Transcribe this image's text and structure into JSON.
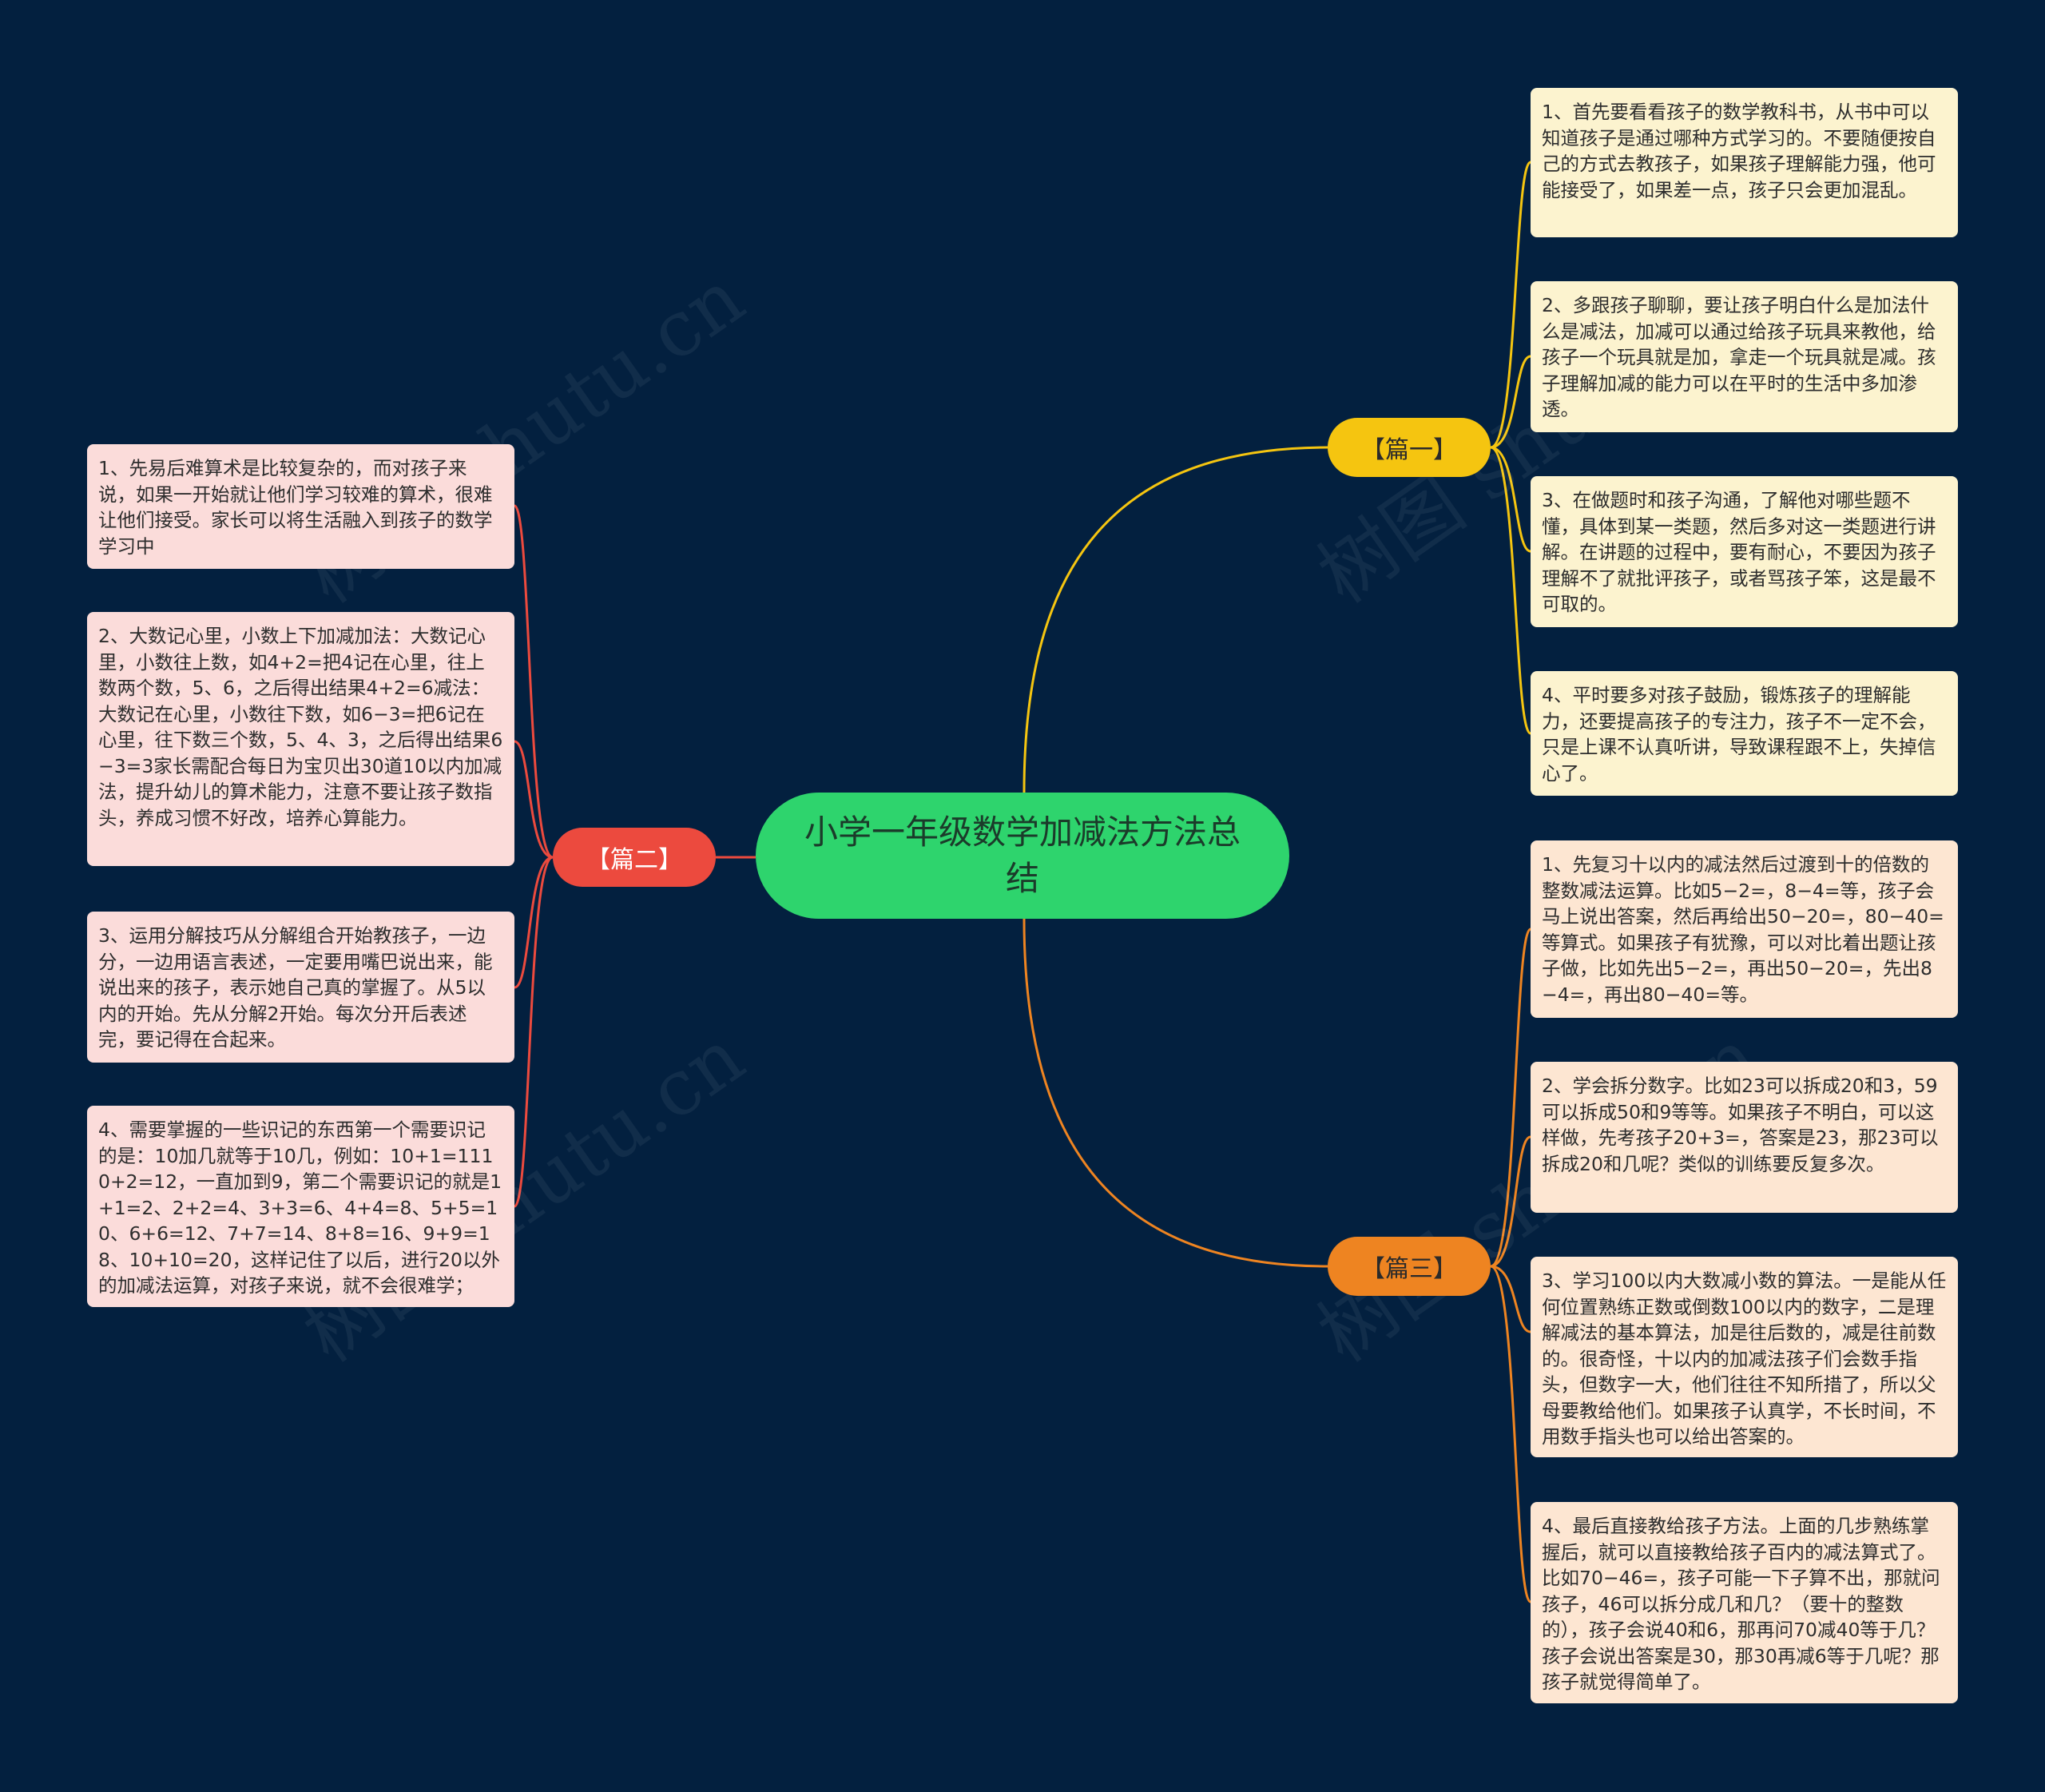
{
  "central_topic": "小学一年级数学加减法方法总结",
  "branches": [
    {
      "label": "【篇一】",
      "color": "#f5c510",
      "items": [
        "1、首先要看看孩子的数学教科书，从书中可以知道孩子是通过哪种方式学习的。不要随便按自己的方式去教孩子，如果孩子理解能力强，他可能接受了，如果差一点，孩子只会更加混乱。",
        "2、多跟孩子聊聊，要让孩子明白什么是加法什么是减法，加减可以通过给孩子玩具来教他，给孩子一个玩具就是加，拿走一个玩具就是减。孩子理解加减的能力可以在平时的生活中多加渗透。",
        "3、在做题时和孩子沟通，了解他对哪些题不懂，具体到某一类题，然后多对这一类题进行讲解。在讲题的过程中，要有耐心，不要因为孩子理解不了就批评孩子，或者骂孩子笨，这是最不可取的。",
        "4、平时要多对孩子鼓励，锻炼孩子的理解能力，还要提高孩子的专注力，孩子不一定不会，只是上课不认真听讲，导致课程跟不上，失掉信心了。"
      ]
    },
    {
      "label": "【篇二】",
      "color": "#ec4a3e",
      "items": [
        "1、先易后难算术是比较复杂的，而对孩子来说，如果一开始就让他们学习较难的算术，很难让他们接受。家长可以将生活融入到孩子的数学学习中",
        "2、大数记心里，小数上下加减加法：大数记心里，小数往上数，如4+2=把4记在心里，往上数两个数，5、6，之后得出结果4+2=6减法：大数记在心里，小数往下数，如6−3=把6记在心里，往下数三个数，5、4、3，之后得出结果6−3=3家长需配合每日为宝贝出30道10以内加减法，提升幼儿的算术能力，注意不要让孩子数指头，养成习惯不好改，培养心算能力。",
        "3、运用分解技巧从分解组合开始教孩子，一边分，一边用语言表述，一定要用嘴巴说出来，能说出来的孩子，表示她自己真的掌握了。从5以内的开始。先从分解2开始。每次分开后表述完，要记得在合起来。",
        "4、需要掌握的一些识记的东西第一个需要识记的是：10加几就等于10几，例如：10+1=1110+2=12，一直加到9，第二个需要识记的就是1+1=2、2+2=4、3+3=6、4+4=8、5+5=10、6+6=12、7+7=14、8+8=16、9+9=18、10+10=20，这样记住了以后，进行20以外的加减法运算，对孩子来说，就不会很难学；"
      ]
    },
    {
      "label": "【篇三】",
      "color": "#ee8421",
      "items": [
        "1、先复习十以内的减法然后过渡到十的倍数的整数减法运算。比如5−2=，8−4=等，孩子会马上说出答案，然后再给出50−20=，80−40=等算式。如果孩子有犹豫，可以对比着出题让孩子做，比如先出5−2=，再出50−20=，先出8−4=，再出80−40=等。",
        "2、学会拆分数字。比如23可以拆成20和3，59可以拆成50和9等等。如果孩子不明白，可以这样做，先考孩子20+3=，答案是23，那23可以拆成20和几呢？类似的训练要反复多次。",
        "3、学习100以内大数减小数的算法。一是能从任何位置熟练正数或倒数100以内的数字，二是理解减法的基本算法，加是往后数的，减是往前数的。很奇怪，十以内的加减法孩子们会数手指头，但数字一大，他们往往不知所措了，所以父母要教给他们。如果孩子认真学，不长时间，不用数手指头也可以给出答案的。",
        "4、最后直接教给孩子方法。上面的几步熟练掌握后，就可以直接教给孩子百内的减法算式了。比如70−46=，孩子可能一下子算不出，那就问孩子，46可以拆分成几和几？（要十的整数的），孩子会说40和6，那再问70减40等于几？孩子会说出答案是30，那30再减6等于几呢？那孩子就觉得简单了。"
      ]
    }
  ]
}
